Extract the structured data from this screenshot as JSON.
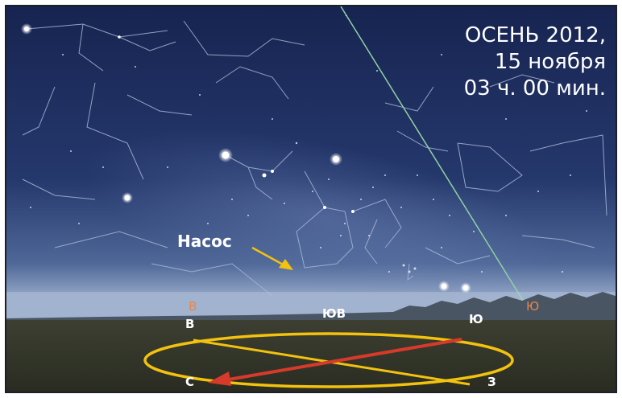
{
  "title": {
    "line1": "ОСЕНЬ 2012,",
    "line2": "15 ноября",
    "line3": "03 ч. 00 мин."
  },
  "labels": {
    "constellation": "Насос",
    "horizon_east": "В",
    "horizon_south": "Ю",
    "compass_east": "В",
    "compass_southeast": "ЮВ",
    "compass_south": "Ю",
    "compass_north": "С",
    "compass_west": "З"
  },
  "colors": {
    "sky_top": "#1c2a5c",
    "sky_horizon": "#6e86ae",
    "ground": "#34362a",
    "ellipse": "#f2c20f",
    "arrow": "#d63a2a",
    "meridian": "#8fd3a2",
    "label_orange": "#e8864a"
  }
}
